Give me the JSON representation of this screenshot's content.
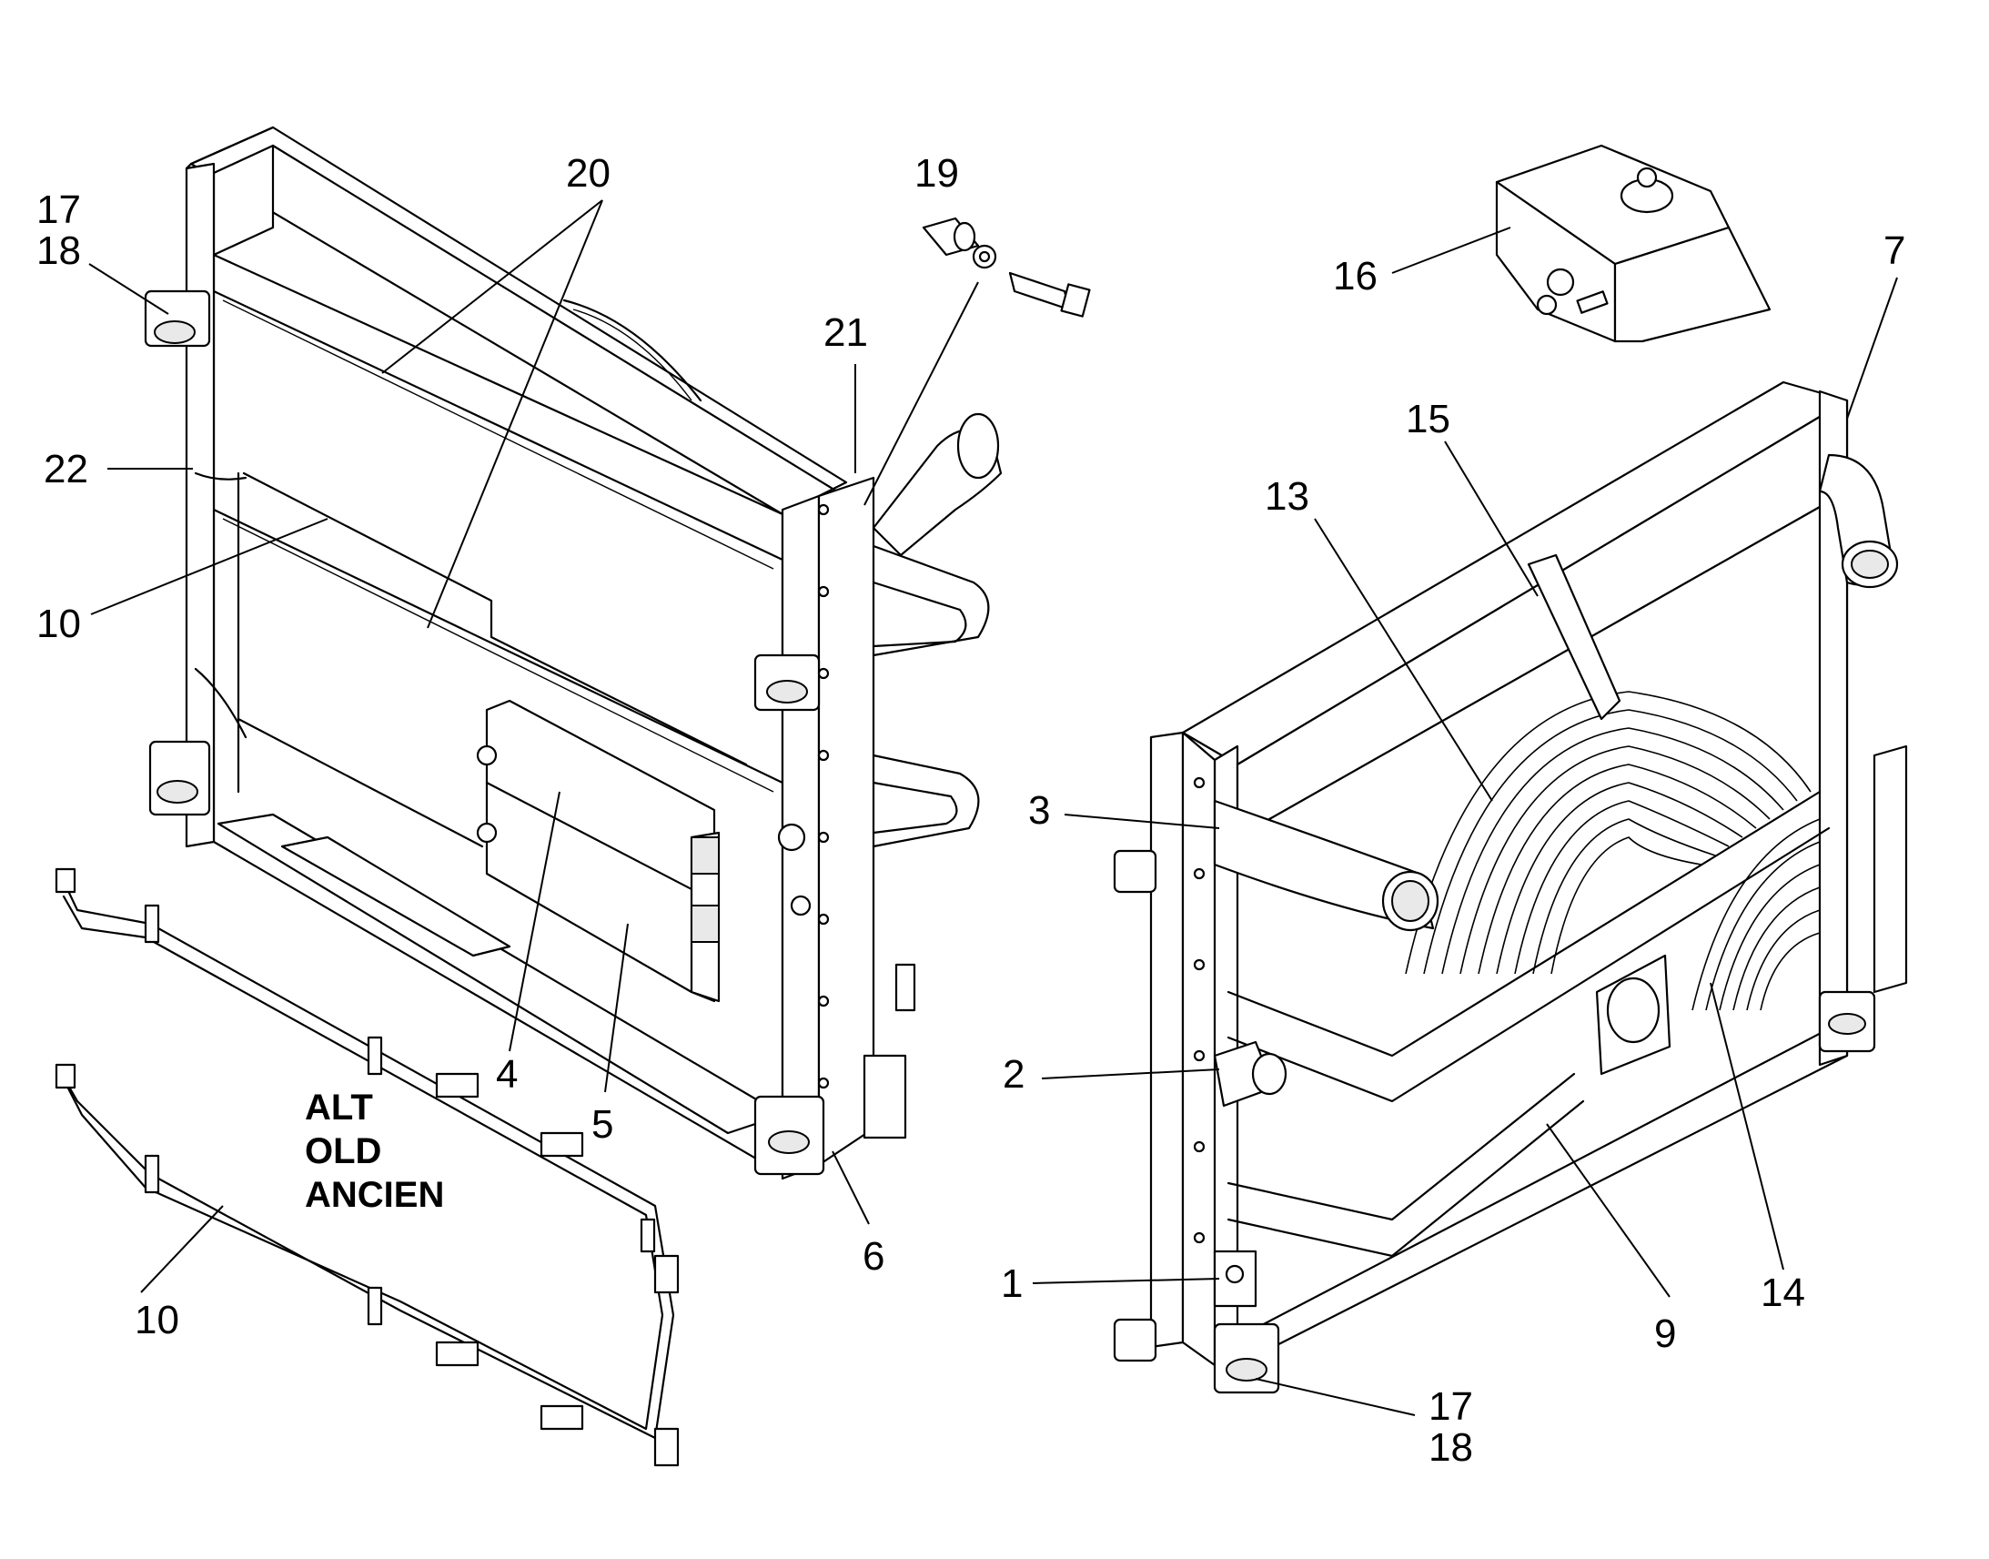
{
  "callouts": {
    "c1": "1",
    "c2": "2",
    "c3": "3",
    "c4": "4",
    "c5": "5",
    "c6": "6",
    "c7": "7",
    "c9": "9",
    "c10a": "10",
    "c10b": "10",
    "c13": "13",
    "c14": "14",
    "c15": "15",
    "c16": "16",
    "c17a": "17",
    "c18a": "18",
    "c17b": "17",
    "c18b": "18",
    "c19": "19",
    "c20": "20",
    "c21": "21",
    "c22": "22"
  },
  "alt_note": {
    "line1": "ALT",
    "line2": "OLD",
    "line3": "ANCIEN"
  }
}
